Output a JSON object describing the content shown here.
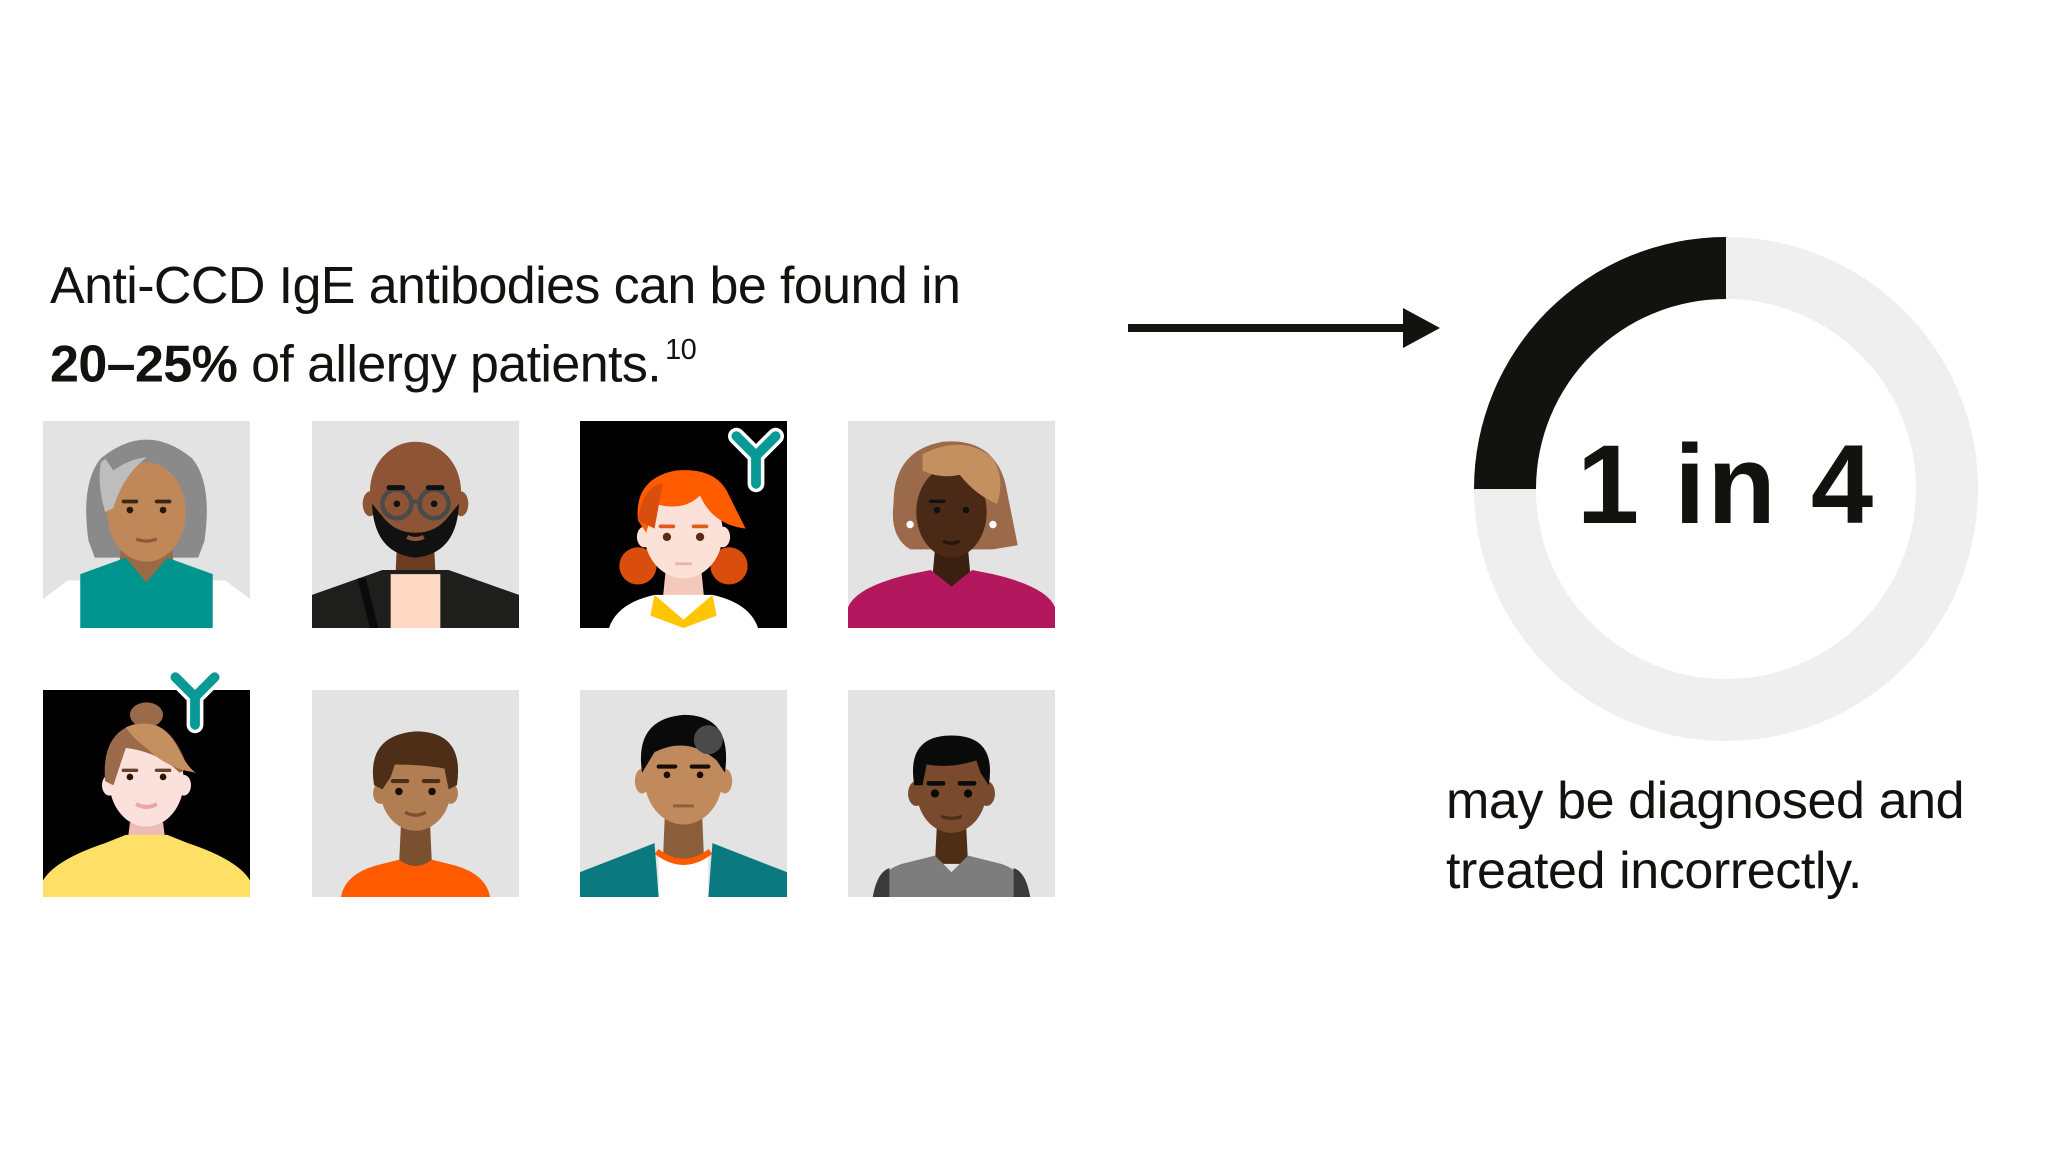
{
  "headline": {
    "line1": "Anti-CCD IgE antibodies can be found in",
    "line2_bold": "20–25%",
    "line2_rest": " of allergy patients.",
    "superscript": "10"
  },
  "avatars": [
    {
      "id": "older-woman-gray-hair",
      "background": "#e3e3e3",
      "shirt": "#00948f",
      "antibody": false
    },
    {
      "id": "bearded-man-glasses",
      "background": "#e3e3e3",
      "shirt": "#1e1e1c",
      "antibody": false
    },
    {
      "id": "red-haired-woman",
      "background": "#000000",
      "shirt": "#ffffff",
      "antibody": true
    },
    {
      "id": "woman-blonde-bob",
      "background": "#e3e3e3",
      "shirt": "#b3185e",
      "antibody": false
    },
    {
      "id": "woman-ponytail",
      "background": "#000000",
      "shirt": "#ffe066",
      "antibody": true
    },
    {
      "id": "boy-brown-hair",
      "background": "#e3e3e3",
      "shirt": "#ff5a00",
      "antibody": false
    },
    {
      "id": "man-teal-jacket",
      "background": "#e3e3e3",
      "shirt": "#0a7a80",
      "antibody": false
    },
    {
      "id": "young-man-gray-shirt",
      "background": "#e3e3e3",
      "shirt": "#7d7d7d",
      "antibody": false
    }
  ],
  "arrow": {
    "direction": "right"
  },
  "ring": {
    "label": "1 in 4",
    "fraction": 0.25,
    "filled_color": "#12120f",
    "track_color": "#efefef"
  },
  "subtext": {
    "line1": "may be diagnosed and",
    "line2": "treated incorrectly."
  },
  "colors": {
    "text": "#12120f",
    "antibody_teal": "#0a9a96",
    "tile_gray": "#e3e3e3"
  }
}
